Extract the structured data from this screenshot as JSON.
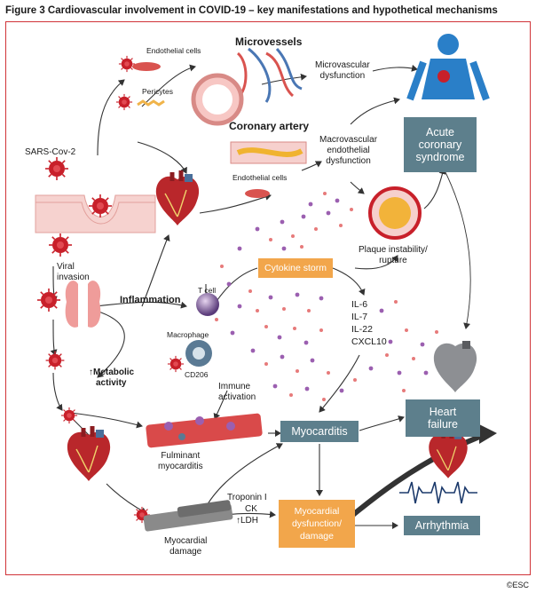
{
  "figure": {
    "caption": "Figure 3 Cardiovascular involvement in COVID-19 – key manifestations and hypothetical mechanisms",
    "copyright": "©ESC"
  },
  "labels": {
    "sars": "SARS-Cov-2",
    "viral_invasion_1": "Viral",
    "viral_invasion_2": "invasion",
    "endothelial_top": "Endothelial cells",
    "pericytes": "Pericytes",
    "microvessels": "Microvessels",
    "microvascular_1": "Microvascular",
    "microvascular_2": "dysfunction",
    "coronary_artery": "Coronary artery",
    "endothelial_mid": "Endothelial cells",
    "macrovascular_1": "Macrovascular",
    "macrovascular_2": "endothelial",
    "macrovascular_3": "dysfunction",
    "plaque_1": "Plaque instability/",
    "plaque_2": "rupture",
    "inflammation": "Inflammation",
    "t_cell": "T cell",
    "macrophage": "Macrophage",
    "cd206": "CD206",
    "metabolic_arrow": "↑",
    "metabolic_1": "Metabolic",
    "metabolic_2": "activity",
    "immune_1": "Immune",
    "immune_2": "activation",
    "interleukins": [
      "IL-6",
      "IL-7",
      "IL-22",
      "CXCL10"
    ],
    "fulminant_1": "Fulminant",
    "fulminant_2": "myocarditis",
    "troponin": "Troponin I",
    "ck": "CK",
    "ldh": "↑LDH",
    "myocardial_damage_1": "Myocardial",
    "myocardial_damage_2": "damage"
  },
  "boxes": {
    "acute_1": "Acute",
    "acute_2": "coronary",
    "acute_3": "syndrome",
    "cytokine": "Cytokine storm",
    "myocarditis": "Myocarditis",
    "heart_failure_1": "Heart",
    "heart_failure_2": "failure",
    "myocardial_dys_1": "Myocardial",
    "myocardial_dys_2": "dysfunction/",
    "myocardial_dys_3": "damage",
    "arrhythmia": "Arrhythmia"
  },
  "colors": {
    "frame": "#d03338",
    "slate_box": "#5d7f8c",
    "orange_box": "#f2a64b",
    "virus": "#c8202a",
    "heart": "#b9272b",
    "cytokine_dot_1": "#9b5fb0",
    "cytokine_dot_2": "#e77a7a"
  },
  "icons": [
    "virus-icon",
    "heart-icon",
    "lung-icon",
    "human-body-icon",
    "t-cell-icon",
    "macrophage-icon",
    "blood-vessel-icon",
    "plaque-icon",
    "ecg-trace-icon",
    "cardiomyocyte-icon"
  ]
}
